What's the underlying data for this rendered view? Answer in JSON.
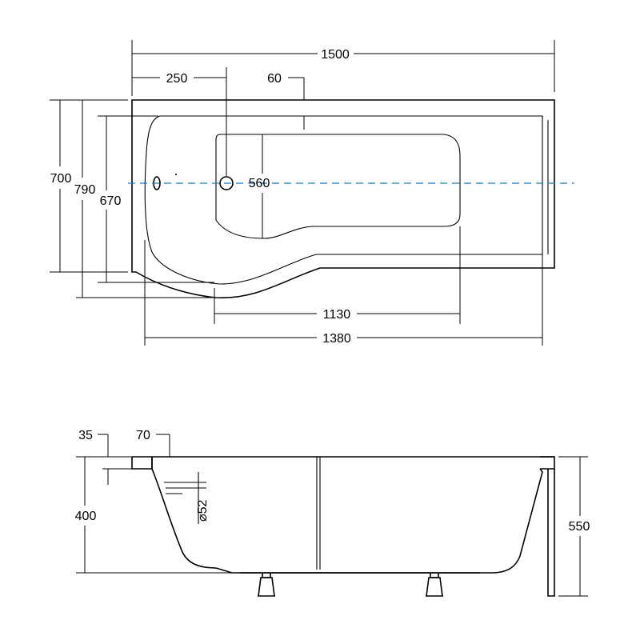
{
  "top_view": {
    "dimensions": {
      "overall_length": "1500",
      "drain_offset": "250",
      "rim_width": "60",
      "overall_width_700": "700",
      "overall_width_790": "790",
      "inner_width_670": "670",
      "bottom_width": "560",
      "bottom_length": "1130",
      "inner_length": "1380"
    }
  },
  "side_view": {
    "dimensions": {
      "rim_35": "35",
      "rim_70": "70",
      "depth": "400",
      "total_height": "550",
      "overflow_diameter": "⌀52"
    }
  },
  "colors": {
    "outline": "#000000",
    "centerline": "#1a7fc0"
  }
}
